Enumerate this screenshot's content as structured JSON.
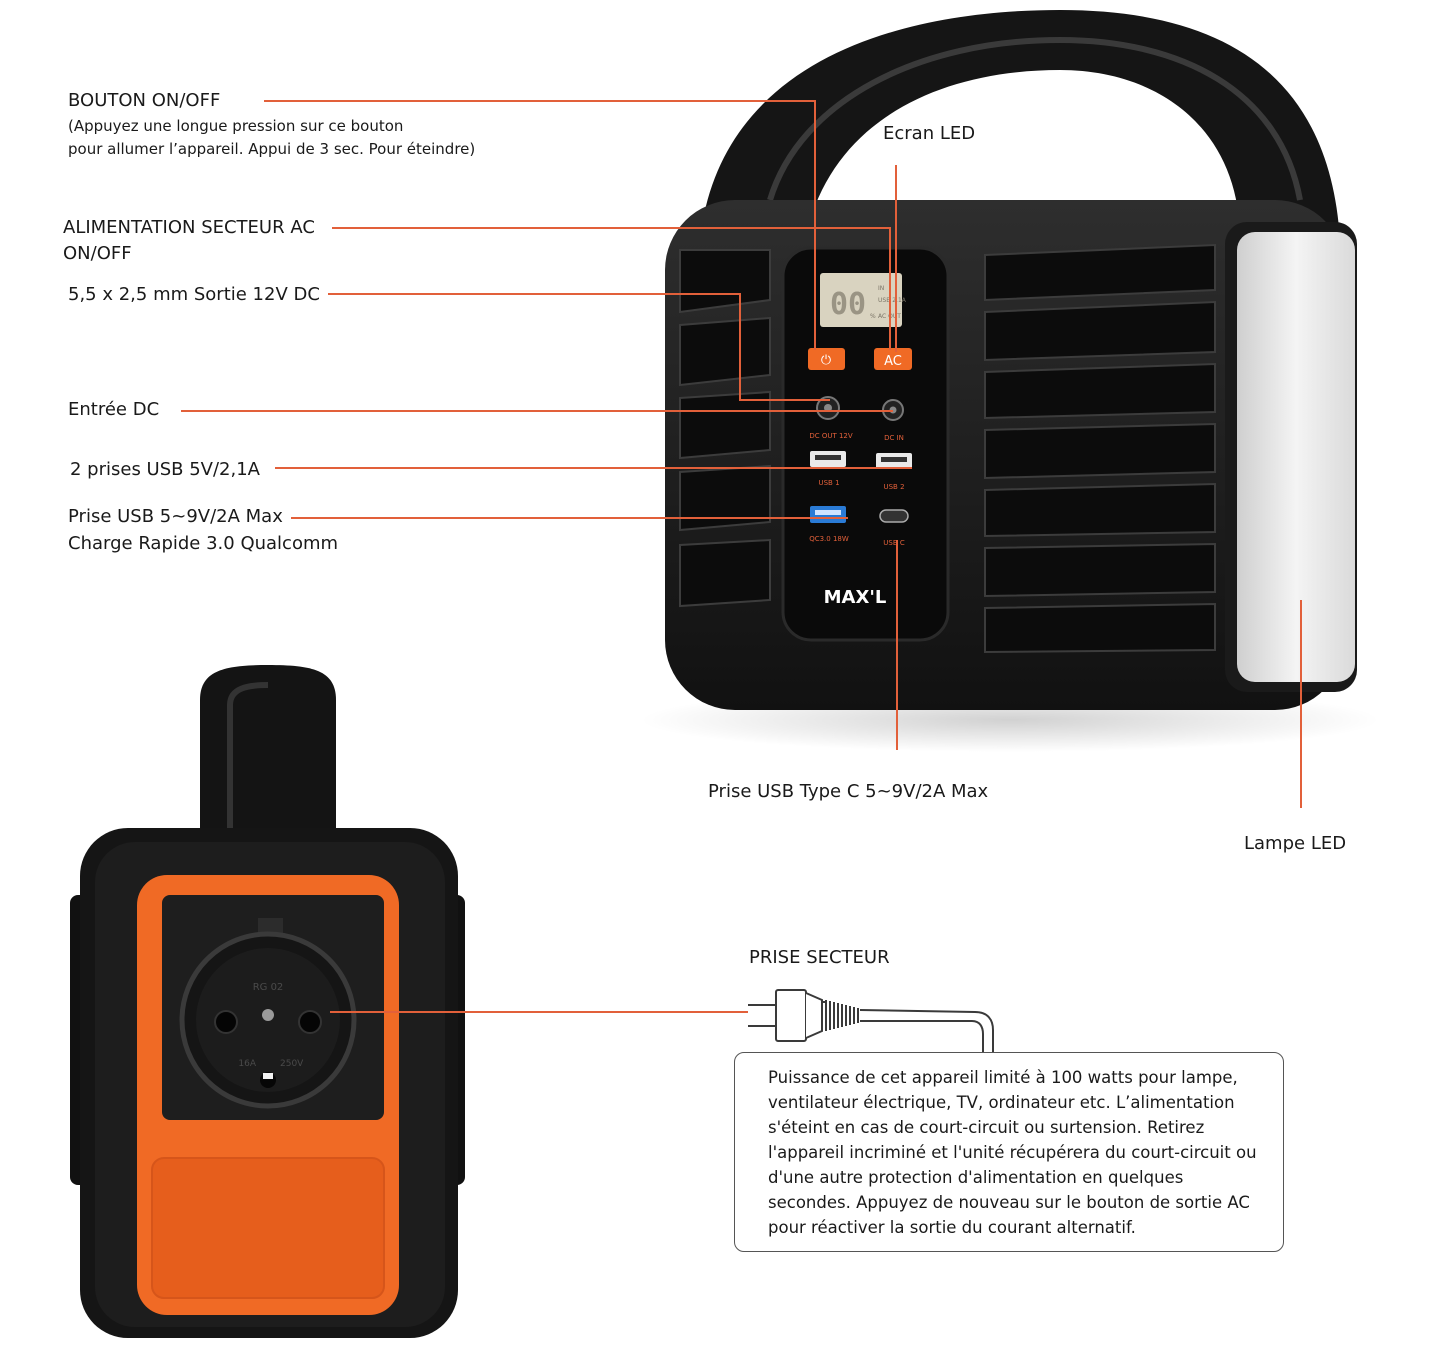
{
  "callouts": {
    "power_button": {
      "title": "BOUTON ON/OFF",
      "desc_line1": "(Appuyez une longue pression sur ce bouton",
      "desc_line2": "pour allumer l’appareil. Appui de 3 sec. Pour éteindre)"
    },
    "ac_power": {
      "line1": "ALIMENTATION  SECTEUR AC",
      "line2": "ON/OFF"
    },
    "dc_out": "5,5 x 2,5 mm Sortie 12V DC",
    "dc_in": "Entrée DC",
    "usb_ports": "2 prises USB 5V/2,1A",
    "qc_port": {
      "line1": "Prise USB 5~9V/2A Max",
      "line2": "Charge Rapide 3.0 Qualcomm"
    },
    "led_screen": "Ecran LED",
    "usb_c": "Prise USB Type C 5~9V/2A Max",
    "led_lamp": "Lampe LED",
    "mains_socket": "PRISE SECTEUR"
  },
  "device_panel": {
    "display_value": "00",
    "display_side": [
      "IN",
      "USB 2.1A",
      "AC OUT"
    ],
    "display_percent": "%",
    "power_btn_glyph": "⏻",
    "ac_btn_label": "AC",
    "port_labels": {
      "dc_out": "DC OUT 12V",
      "dc_in": "DC IN",
      "usb1": "USB 1",
      "usb2": "USB 2",
      "qc": "QC3.0 18W",
      "usbc": "USB C"
    },
    "brand": "MAX'L"
  },
  "socket_markings": {
    "top": "RG 02",
    "rating_left": "16A",
    "rating_right": "250V"
  },
  "note_text": "Puissance de cet appareil limité à 100 watts pour lampe, ventilateur électrique, TV, ordinateur etc. L’alimentation s'éteint en cas de court-circuit ou surtension. Retirez l'appareil incriminé et l'unité récupérera du court-circuit ou d'une autre protection d'alimentation en quelques secondes. Appuyez de nouveau sur le bouton de sortie AC pour réactiver la sortie du courant alternatif.",
  "colors": {
    "leader_line": "#e2603a",
    "body_black": "#1c1c1c",
    "accent_orange": "#f06a25",
    "lcd_bg": "#d9d3c0"
  }
}
